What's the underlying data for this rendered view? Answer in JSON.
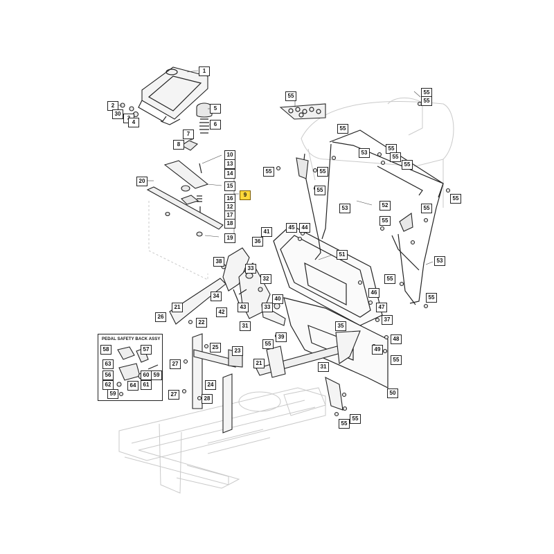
{
  "diagram": {
    "inset_title": "PEDAL SAFETY BACK ASSY",
    "highlight_color": "#ffd83a",
    "callouts": [
      {
        "id": "c1",
        "label": "1"
      },
      {
        "id": "c2",
        "label": "2"
      },
      {
        "id": "c30",
        "label": "30"
      },
      {
        "id": "c3",
        "label": "3"
      },
      {
        "id": "c4",
        "label": "4"
      },
      {
        "id": "c5",
        "label": "5"
      },
      {
        "id": "c6",
        "label": "6"
      },
      {
        "id": "c7",
        "label": "7"
      },
      {
        "id": "c8",
        "label": "8"
      },
      {
        "id": "c10",
        "label": "10"
      },
      {
        "id": "c13",
        "label": "13"
      },
      {
        "id": "c14",
        "label": "14"
      },
      {
        "id": "c15",
        "label": "15"
      },
      {
        "id": "c20",
        "label": "20"
      },
      {
        "id": "c16",
        "label": "16"
      },
      {
        "id": "c12",
        "label": "12"
      },
      {
        "id": "c17",
        "label": "17"
      },
      {
        "id": "c18",
        "label": "18"
      },
      {
        "id": "c19",
        "label": "19"
      },
      {
        "id": "c9",
        "label": "9"
      },
      {
        "id": "c55a",
        "label": "55"
      },
      {
        "id": "c55b",
        "label": "55"
      },
      {
        "id": "c55c",
        "label": "55"
      },
      {
        "id": "c55d",
        "label": "55"
      },
      {
        "id": "c53a",
        "label": "53"
      },
      {
        "id": "c55e",
        "label": "55"
      },
      {
        "id": "c55f",
        "label": "55"
      },
      {
        "id": "c55g",
        "label": "55"
      },
      {
        "id": "c55h",
        "label": "55"
      },
      {
        "id": "c55i",
        "label": "55"
      },
      {
        "id": "c55j",
        "label": "55"
      },
      {
        "id": "c53b",
        "label": "53"
      },
      {
        "id": "c52",
        "label": "52"
      },
      {
        "id": "c55k",
        "label": "55"
      },
      {
        "id": "c55l",
        "label": "55"
      },
      {
        "id": "c55m",
        "label": "55"
      },
      {
        "id": "c53c",
        "label": "53"
      },
      {
        "id": "c55n",
        "label": "55"
      },
      {
        "id": "c55o",
        "label": "55"
      },
      {
        "id": "c41",
        "label": "41"
      },
      {
        "id": "c45",
        "label": "45"
      },
      {
        "id": "c44",
        "label": "44"
      },
      {
        "id": "c36",
        "label": "36"
      },
      {
        "id": "c51",
        "label": "51"
      },
      {
        "id": "c38",
        "label": "38"
      },
      {
        "id": "c33a",
        "label": "33"
      },
      {
        "id": "c32",
        "label": "32"
      },
      {
        "id": "c34",
        "label": "34"
      },
      {
        "id": "c43",
        "label": "43"
      },
      {
        "id": "c42",
        "label": "42"
      },
      {
        "id": "c40",
        "label": "40"
      },
      {
        "id": "c33b",
        "label": "33"
      },
      {
        "id": "c46",
        "label": "46"
      },
      {
        "id": "c47",
        "label": "47"
      },
      {
        "id": "c37",
        "label": "37"
      },
      {
        "id": "c31a",
        "label": "31"
      },
      {
        "id": "c35",
        "label": "35"
      },
      {
        "id": "c39",
        "label": "39"
      },
      {
        "id": "c48",
        "label": "48"
      },
      {
        "id": "c49",
        "label": "49"
      },
      {
        "id": "c55p",
        "label": "55"
      },
      {
        "id": "c55q",
        "label": "55"
      },
      {
        "id": "c21a",
        "label": "21"
      },
      {
        "id": "c26",
        "label": "26"
      },
      {
        "id": "c22",
        "label": "22"
      },
      {
        "id": "c25",
        "label": "25"
      },
      {
        "id": "c23",
        "label": "23"
      },
      {
        "id": "c27a",
        "label": "27"
      },
      {
        "id": "c21b",
        "label": "21"
      },
      {
        "id": "c31b",
        "label": "31"
      },
      {
        "id": "c24",
        "label": "24"
      },
      {
        "id": "c27b",
        "label": "27"
      },
      {
        "id": "c28",
        "label": "28"
      },
      {
        "id": "c50",
        "label": "50"
      },
      {
        "id": "c55r",
        "label": "55"
      },
      {
        "id": "c55s",
        "label": "55"
      },
      {
        "id": "c58",
        "label": "58"
      },
      {
        "id": "c57",
        "label": "57"
      },
      {
        "id": "c63",
        "label": "63"
      },
      {
        "id": "c56",
        "label": "56"
      },
      {
        "id": "c60",
        "label": "60"
      },
      {
        "id": "c59a",
        "label": "59"
      },
      {
        "id": "c62",
        "label": "62"
      },
      {
        "id": "c64",
        "label": "64"
      },
      {
        "id": "c61",
        "label": "61"
      },
      {
        "id": "c59b",
        "label": "59"
      }
    ]
  }
}
